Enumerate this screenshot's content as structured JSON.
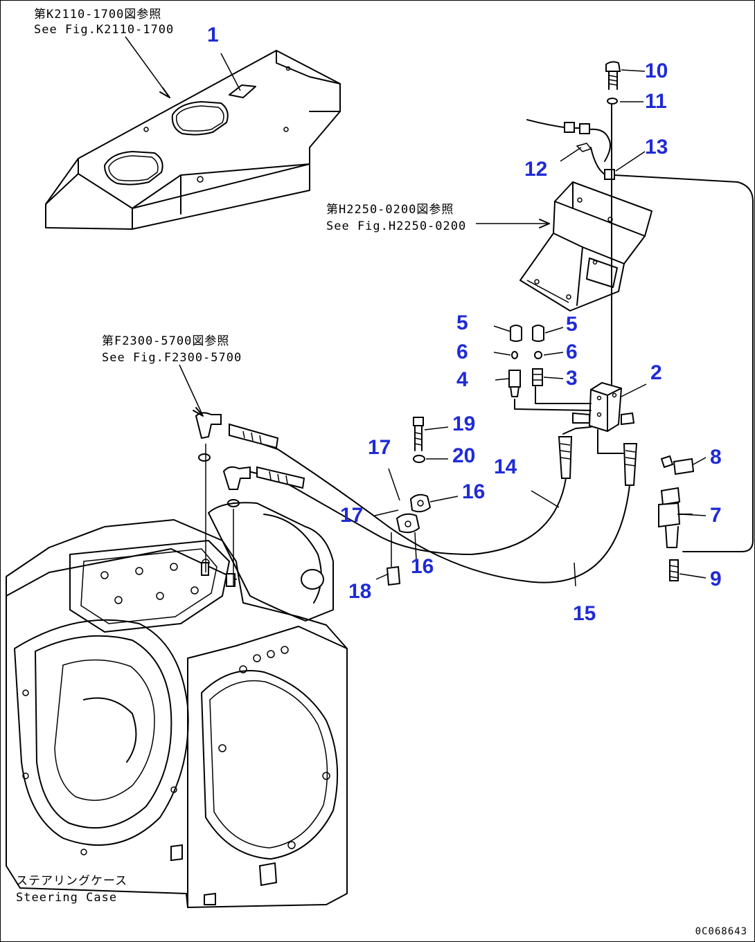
{
  "references": {
    "top_left": {
      "jp": "第K2110-1700図参照",
      "en": "See Fig.K2110-1700"
    },
    "middle": {
      "jp": "第H2250-0200図参照",
      "en": "See Fig.H2250-0200"
    },
    "left": {
      "jp": "第F2300-5700図参照",
      "en": "See Fig.F2300-5700"
    }
  },
  "case_label": {
    "jp": "ステアリングケース",
    "en": "Steering Case"
  },
  "drawing_code": "0C068643",
  "part_numbers": [
    "1",
    "2",
    "3",
    "4",
    "5",
    "5",
    "6",
    "6",
    "7",
    "8",
    "9",
    "10",
    "11",
    "12",
    "13",
    "14",
    "15",
    "16",
    "16",
    "17",
    "17",
    "18",
    "19",
    "20"
  ],
  "colors": {
    "callout": "#1f2bd6",
    "line": "#000000",
    "background": "#ffffff"
  }
}
